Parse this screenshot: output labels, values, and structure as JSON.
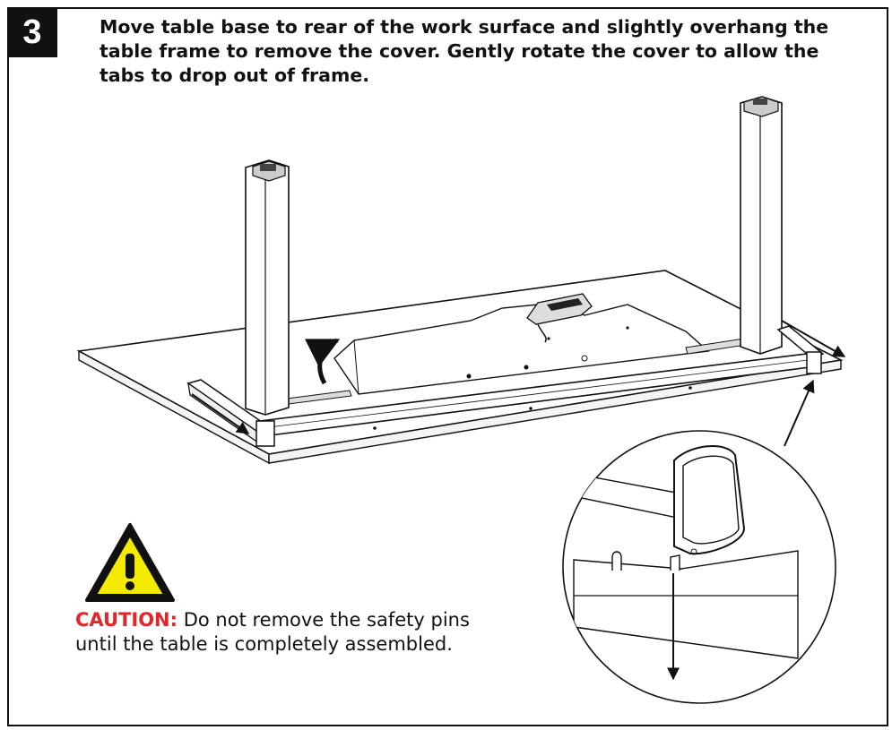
{
  "step": {
    "number": "3",
    "instruction": "Move table base to rear of the work surface and slightly overhang the table frame to remove the cover. Gently rotate the cover to allow the tabs to drop out of frame."
  },
  "caution": {
    "label": "CAUTION:",
    "text": " Do not remove the safety pins until the table is completely assembled."
  },
  "colors": {
    "caution_red": "#e3262a",
    "warning_yellow": "#f4ea00",
    "line": "#111111"
  },
  "icons": [
    "warning-triangle-icon",
    "rotate-arrow-icon",
    "slide-arrow-icon",
    "drop-arrow-icon"
  ]
}
